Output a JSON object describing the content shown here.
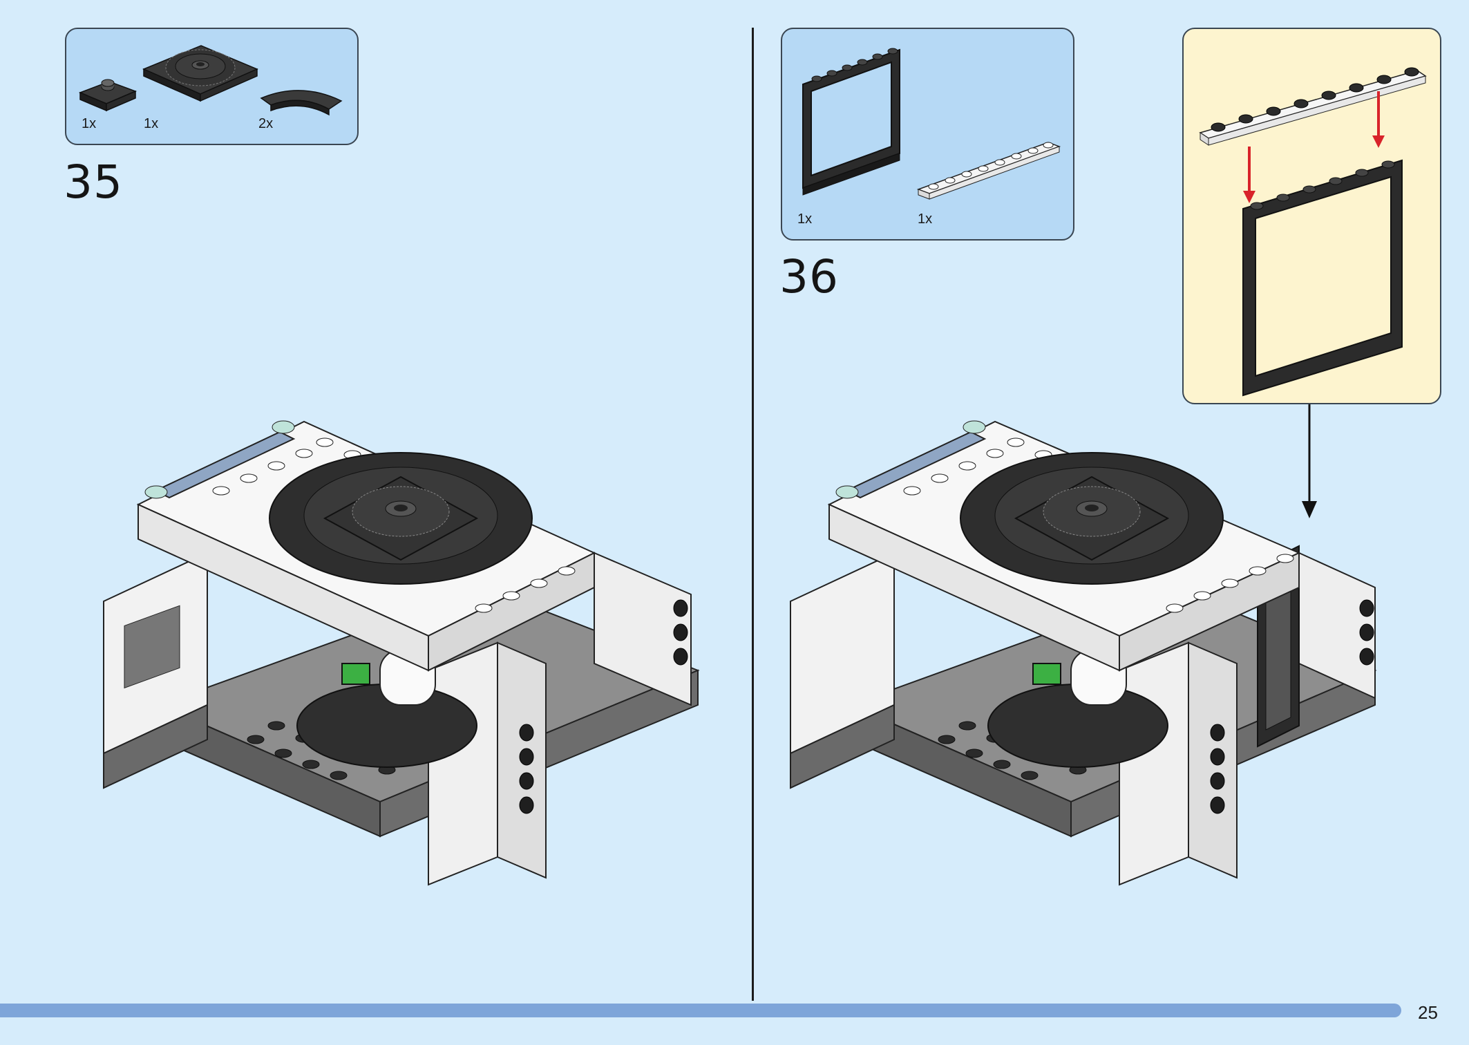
{
  "steps": [
    {
      "number": "35",
      "parts": [
        {
          "name": "plate 2x2 with stud",
          "qty": "1x",
          "color": "#2d2d2d"
        },
        {
          "name": "turntable 4x4",
          "qty": "1x",
          "color": "#2d2d2d"
        },
        {
          "name": "curved tile",
          "qty": "2x",
          "color": "#2d2d2d"
        }
      ]
    },
    {
      "number": "36",
      "parts": [
        {
          "name": "frame 1x6x6",
          "qty": "1x",
          "color": "#2b2b2b"
        },
        {
          "name": "plate 1x8",
          "qty": "1x",
          "color": "#f4f4f4"
        }
      ]
    }
  ],
  "page_number": "25",
  "colors": {
    "background": "#d6ecfb",
    "parts_box": "#b6d9f5",
    "callout": "#fdf4cf",
    "progress_bar": "#7ea5d9",
    "arrow_red": "#d8232a"
  }
}
